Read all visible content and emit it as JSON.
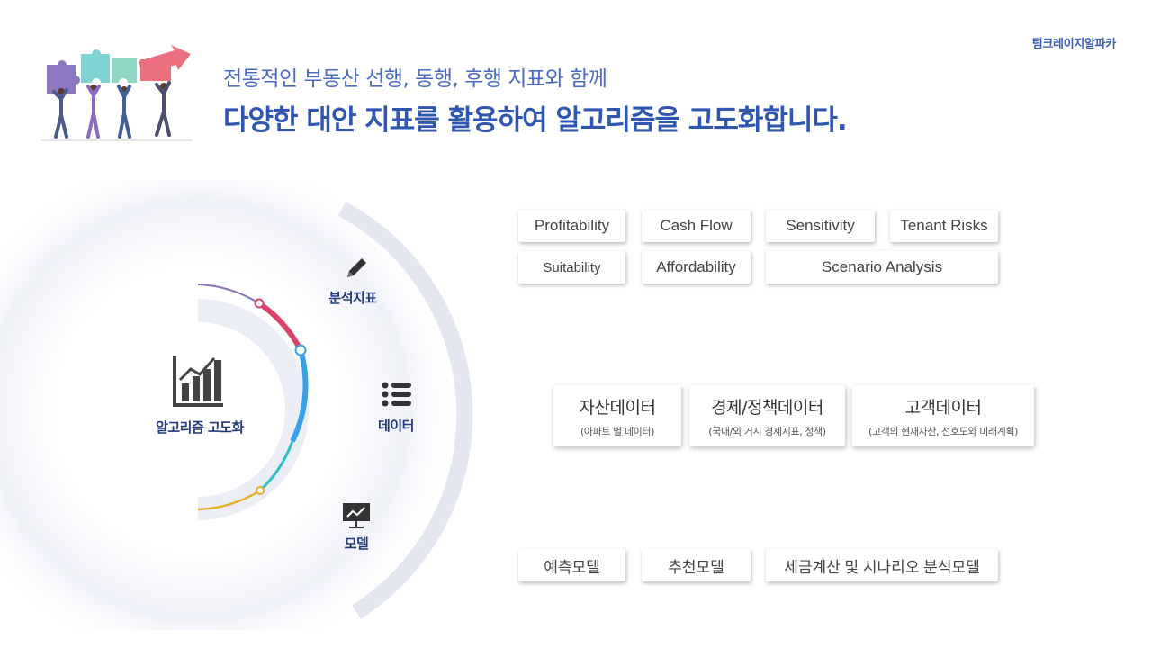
{
  "header": {
    "team": "팀크레이지알파카",
    "subtitle": "전통적인 부동산 선행, 동행, 후행 지표와 함께",
    "title": "다양한 대안 지표를 활용하여 알고리즘을 고도화합니다."
  },
  "diagram": {
    "center_label": "알고리즘 고도화",
    "nodes": {
      "analysis": "분석지표",
      "data": "데이터",
      "model": "모델"
    }
  },
  "indicators": [
    "Profitability",
    "Cash Flow",
    "Sensitivity",
    "Tenant Risks",
    "Suitability",
    "Affordability",
    "Scenario Analysis"
  ],
  "data_cards": [
    {
      "title": "자산데이터",
      "sub": "(아파트 별 데이터)"
    },
    {
      "title": "경제/정책데이터",
      "sub": "(국내/외 거시 경제지표, 정책)"
    },
    {
      "title": "고객데이터",
      "sub": "(고객의 현재자산, 선호도와 미래계획)"
    }
  ],
  "models": [
    "예측모델",
    "추천모델",
    "세금계산 및 시나리오 분석모델"
  ],
  "colors": {
    "title": "#2f56b0",
    "accent_pink": "#d9446b",
    "accent_blue": "#3aa0e8",
    "accent_teal": "#2dbfc9",
    "accent_yellow": "#e8b02a"
  }
}
